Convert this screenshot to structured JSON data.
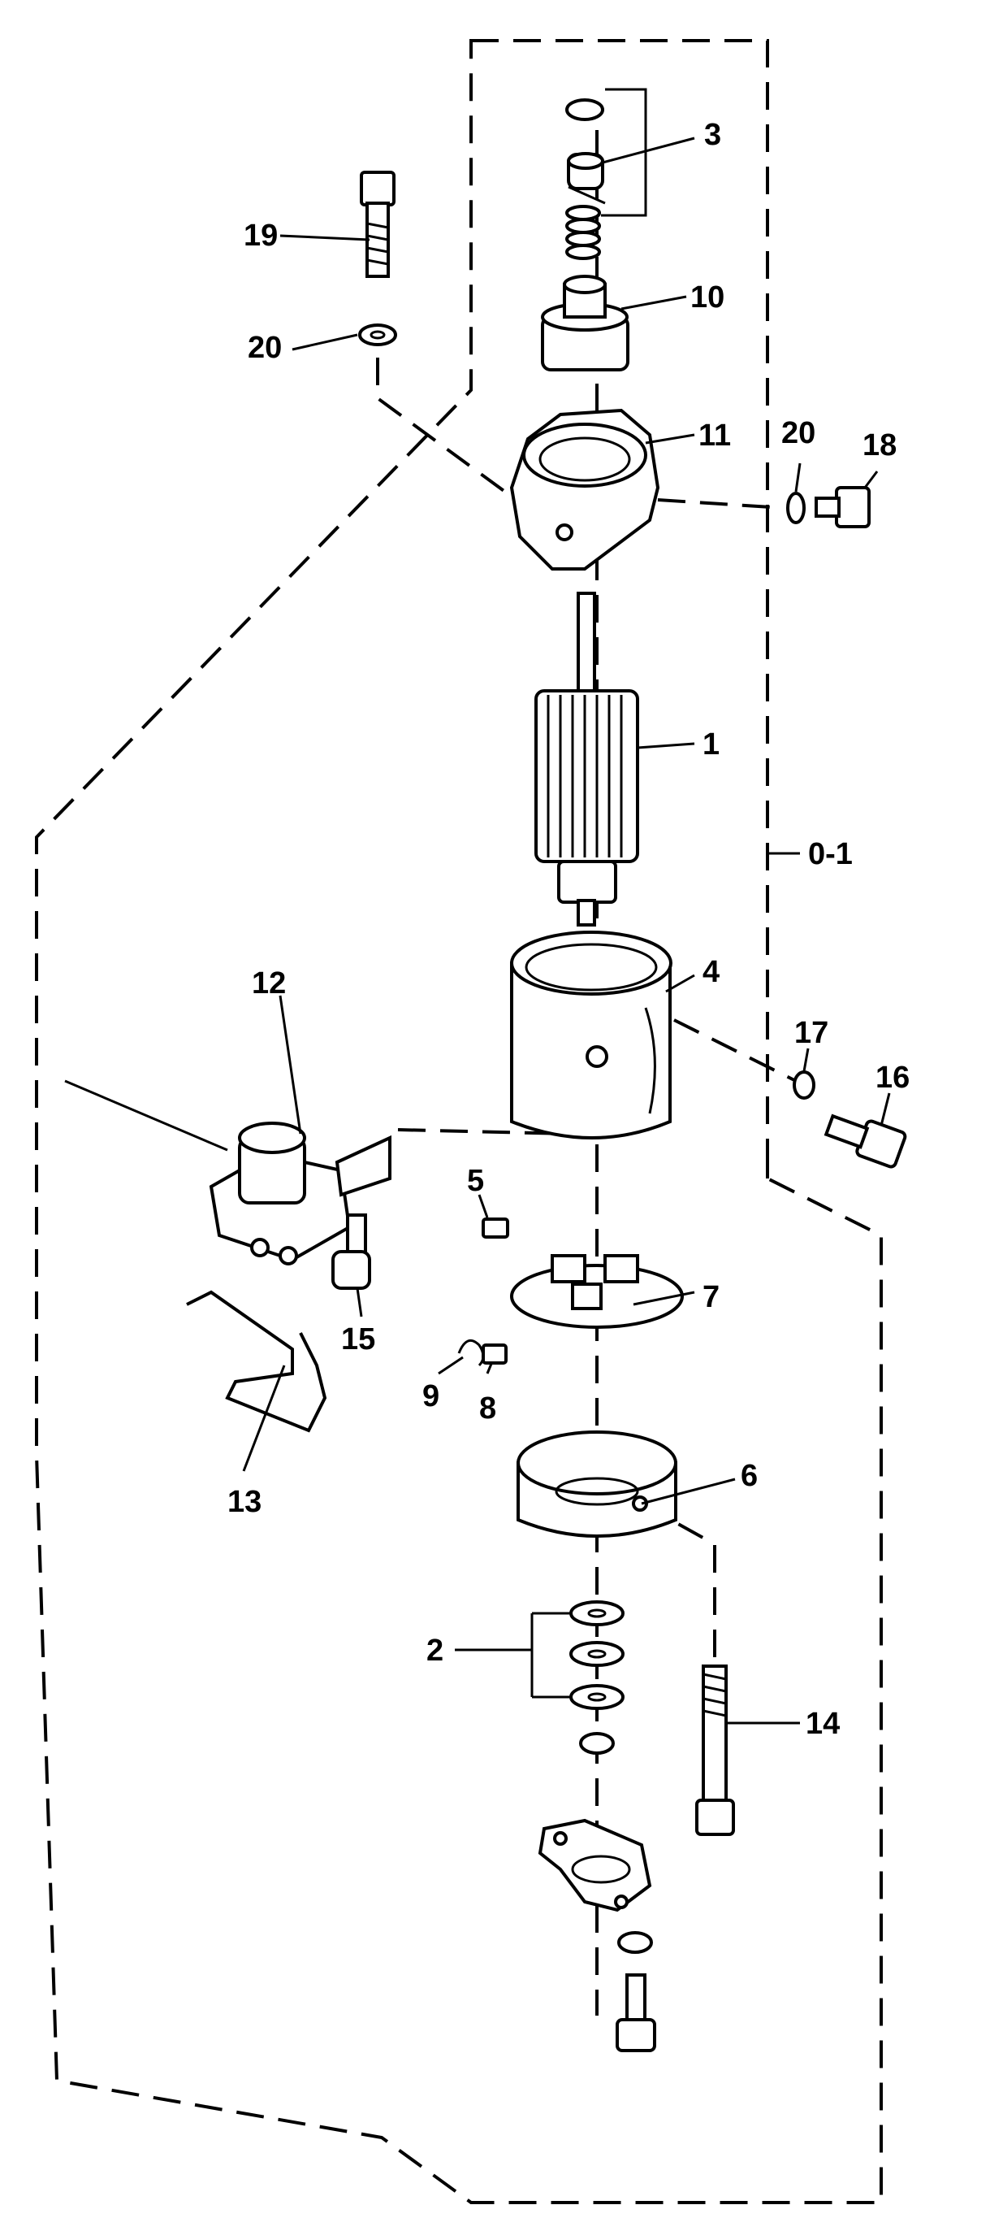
{
  "callouts": {
    "c1": "1",
    "c2": "2",
    "c3": "3",
    "c4": "4",
    "c5": "5",
    "c6": "6",
    "c7": "7",
    "c8": "8",
    "c9": "9",
    "c10": "10",
    "c11": "11",
    "c12": "12",
    "c13": "13",
    "c14": "14",
    "c15": "15",
    "c16": "16",
    "c17": "17",
    "c18": "18",
    "c19": "19",
    "c20a": "20",
    "c20b": "20",
    "group": "0-1"
  }
}
